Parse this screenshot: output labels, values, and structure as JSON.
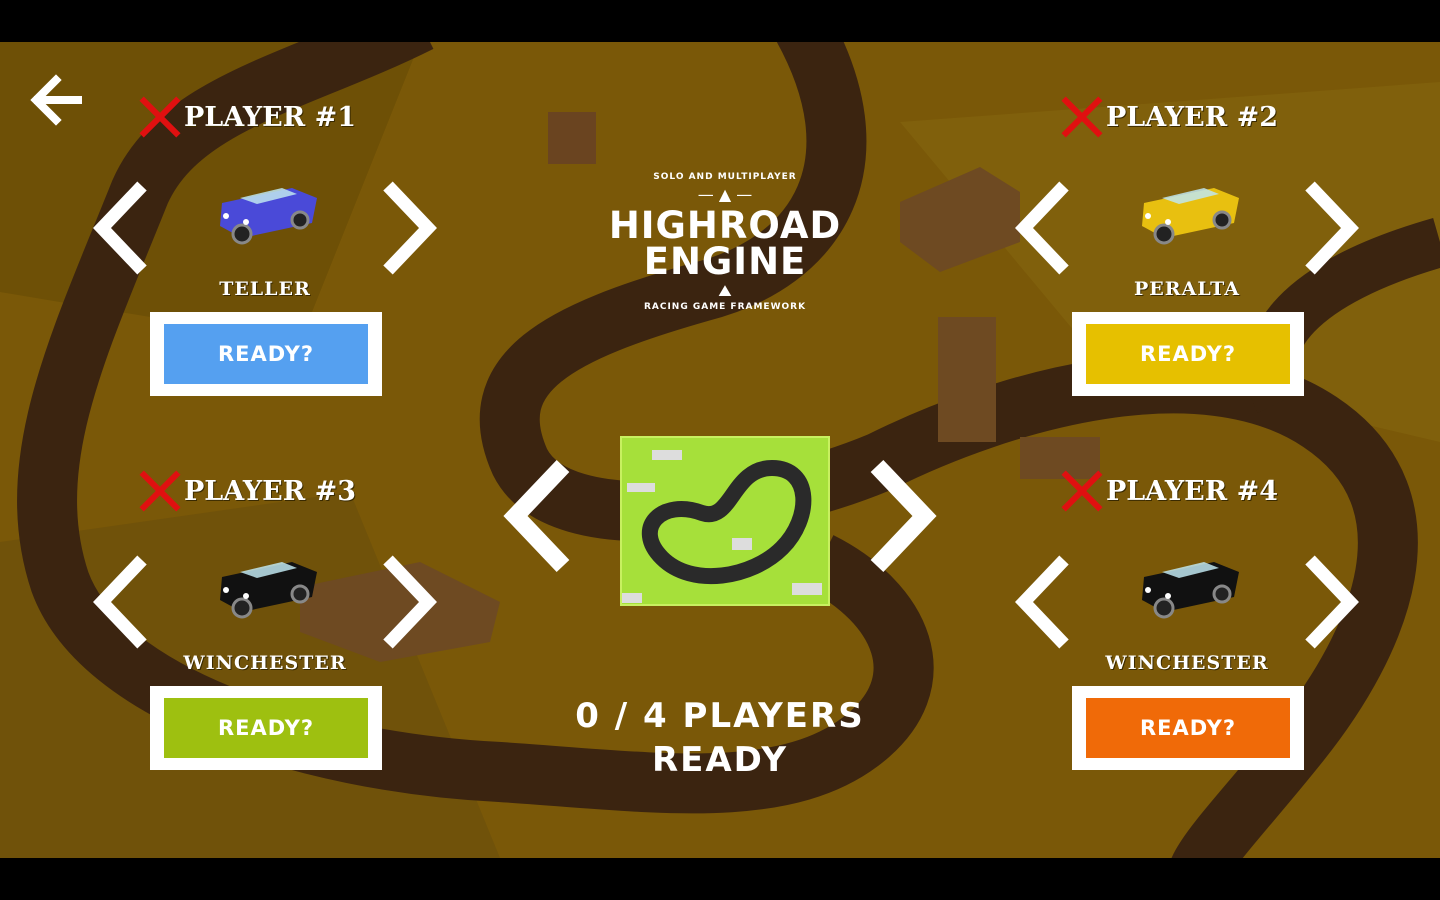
{
  "logo": {
    "line1": "HIGHROAD",
    "line2": "ENGINE",
    "top_arc": "SOLO AND MULTIPLAYER",
    "bottom_arc": "RACING GAME FRAMEWORK"
  },
  "players": [
    {
      "title": "PLAYER #1",
      "car": "TELLER",
      "ready_label": "READY?",
      "color": "#55a0f0",
      "car_color": "#4a4ad8",
      "joined": false
    },
    {
      "title": "PLAYER #2",
      "car": "PERALTA",
      "ready_label": "READY?",
      "color": "#e6c000",
      "car_color": "#e8c010",
      "joined": false
    },
    {
      "title": "PLAYER #3",
      "car": "WINCHESTER",
      "ready_label": "READY?",
      "color": "#9ec010",
      "car_color": "#111111",
      "joined": false
    },
    {
      "title": "PLAYER #4",
      "car": "WINCHESTER",
      "ready_label": "READY?",
      "color": "#f06a08",
      "car_color": "#111111",
      "joined": false
    }
  ],
  "status": {
    "line1": "0 / 4 PLAYERS",
    "line2": "READY"
  },
  "icons": {
    "back": "arrow-left-icon",
    "remove": "x-icon",
    "prev": "chevron-left-icon",
    "next": "chevron-right-icon"
  }
}
